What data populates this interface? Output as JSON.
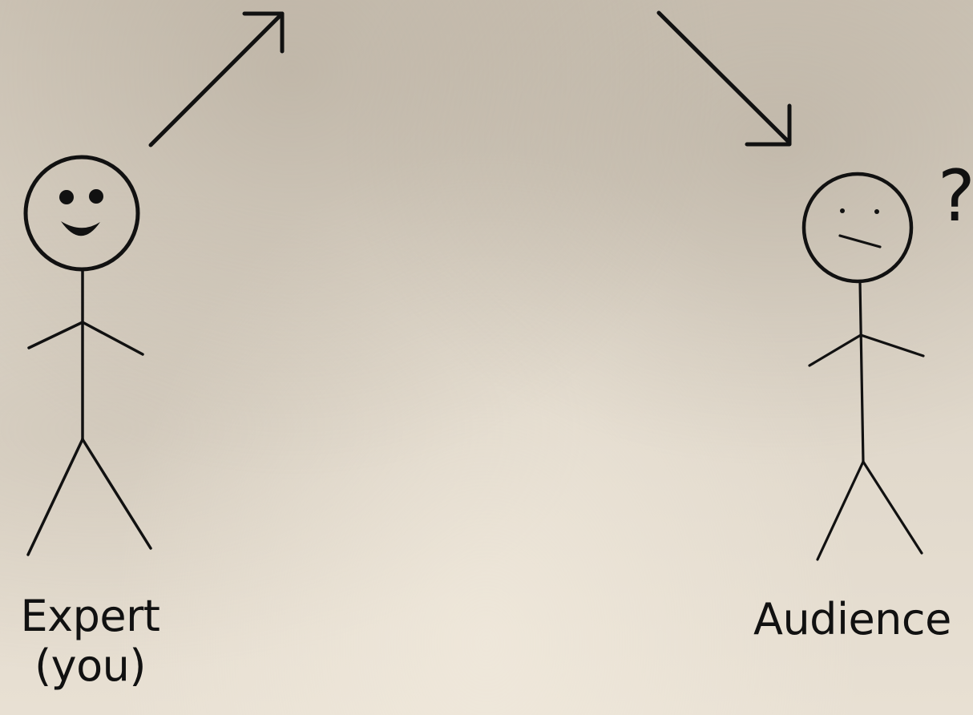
{
  "expert": {
    "name": "Expert",
    "note": "(you)",
    "expression": "happy"
  },
  "audience": {
    "name": "Audience",
    "mark": "?",
    "expression": "confused"
  },
  "colors": {
    "ink": "#111111",
    "paper": "#d8d0c3"
  }
}
